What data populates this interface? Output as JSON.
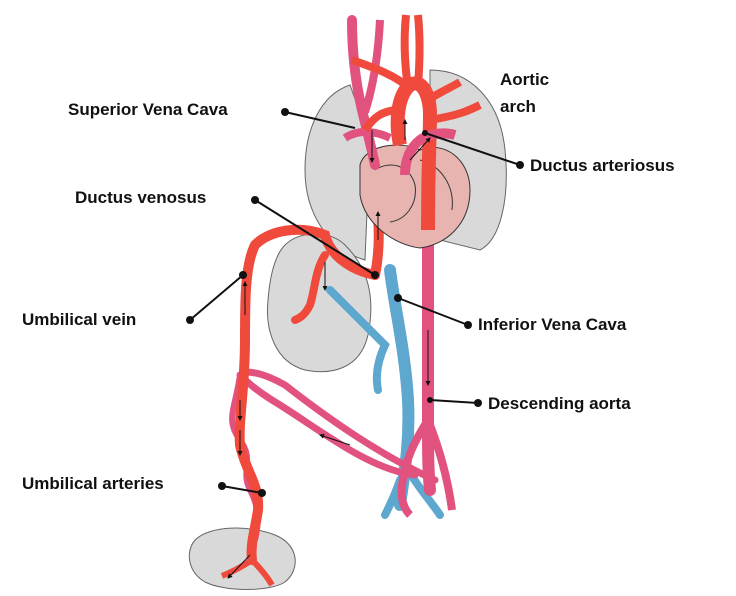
{
  "labels": {
    "superior_vena_cava": "Superior Vena Cava",
    "aortic_arch_line1": "Aortic",
    "aortic_arch_line2": "arch",
    "ductus_arteriosus": "Ductus arteriosus",
    "ductus_venosus": "Ductus venosus",
    "umbilical_vein": "Umbilical vein",
    "inferior_vena_cava": "Inferior Vena Cava",
    "descending_aorta": "Descending aorta",
    "umbilical_arteries": "Umbilical arteries"
  },
  "colors": {
    "artery": "#ef4a3c",
    "pulmonary_artery": "#e2527f",
    "vein": "#5ea7cf",
    "organ": "#d9d9d9",
    "heart": "#e8b4b0"
  }
}
